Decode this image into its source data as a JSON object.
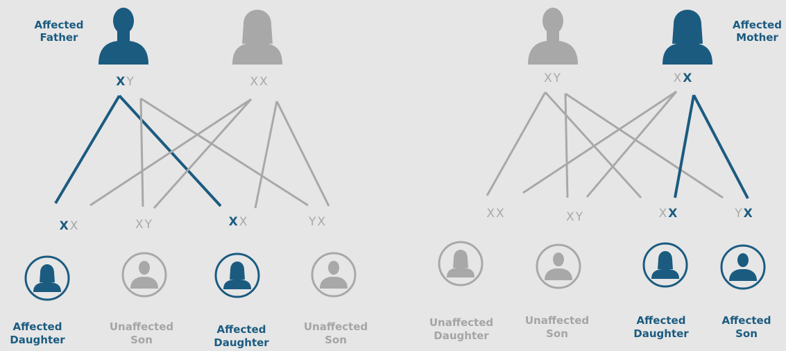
{
  "colors": {
    "affected": "#1b5b80",
    "unaffected": "#a8a8a8",
    "background": "#e6e6e6"
  },
  "left_panel": {
    "father_label_line1": "Affected",
    "father_label_line2": "Father",
    "father_genotype": [
      "X",
      "Y"
    ],
    "mother_genotype": [
      "X",
      "X"
    ],
    "children": [
      {
        "genotype": [
          "X",
          "X"
        ],
        "label_line1": "Affected",
        "label_line2": "Daughter",
        "status": "affected"
      },
      {
        "genotype": [
          "X",
          "Y"
        ],
        "label_line1": "Unaffected",
        "label_line2": "Son",
        "status": "unaffected"
      },
      {
        "genotype": [
          "X",
          "X"
        ],
        "label_line1": "Affected",
        "label_line2": "Daughter",
        "status": "affected"
      },
      {
        "genotype": [
          "Y",
          "X"
        ],
        "label_line1": "Unaffected",
        "label_line2": "Son",
        "status": "unaffected"
      }
    ]
  },
  "right_panel": {
    "mother_label_line1": "Affected",
    "mother_label_line2": "Mother",
    "father_genotype": [
      "X",
      "Y"
    ],
    "mother_genotype": [
      "X",
      "X"
    ],
    "children": [
      {
        "genotype": [
          "X",
          "X"
        ],
        "label_line1": "Unaffected",
        "label_line2": "Daughter",
        "status": "unaffected"
      },
      {
        "genotype": [
          "X",
          "Y"
        ],
        "label_line1": "Unaffected",
        "label_line2": "Son",
        "status": "unaffected"
      },
      {
        "genotype": [
          "X",
          "X"
        ],
        "label_line1": "Affected",
        "label_line2": "Daughter",
        "status": "affected"
      },
      {
        "genotype": [
          "Y",
          "X"
        ],
        "label_line1": "Affected",
        "label_line2": "Son",
        "status": "affected"
      }
    ]
  }
}
